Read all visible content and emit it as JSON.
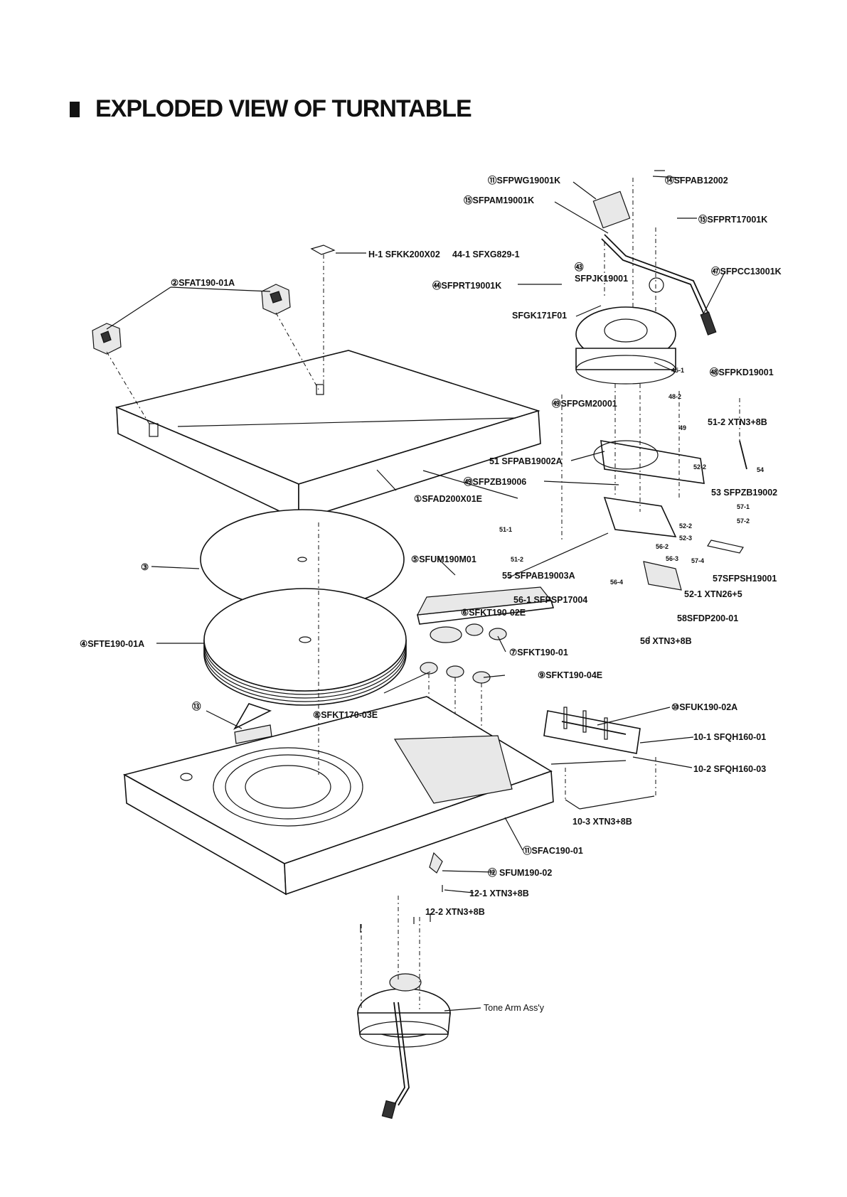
{
  "title": "EXPLODED VIEW OF TURNTABLE",
  "parts": [
    {
      "n": "⑪",
      "code": "SFPWG19001K"
    },
    {
      "n": "⑭",
      "code": "SFPAB12002"
    },
    {
      "n": "⑮",
      "code": "SFPAM19001K"
    },
    {
      "n": "⑮",
      "code": "SFPRT17001K"
    },
    {
      "n": "H-1",
      "code": "SFKK200X02"
    },
    {
      "n": "44-1",
      "code": "SFXG829-1"
    },
    {
      "n": "②",
      "code": "SFAT190-01A"
    },
    {
      "n": "㊼",
      "code": "SFPCC13001K"
    },
    {
      "n": "㊹",
      "code": "SFPRT19001K"
    },
    {
      "n": "㊸",
      "code": "SFPJK19001"
    },
    {
      "n": "",
      "code": "SFGK171F01"
    },
    {
      "n": "㊽",
      "code": "SFPKD19001"
    },
    {
      "n": "㊾",
      "code": "SFPGM20001"
    },
    {
      "n": "51-2",
      "code": "XTN3+8B"
    },
    {
      "n": "51",
      "code": "SFPAB19002A"
    },
    {
      "n": "㊾",
      "code": "SFPZB19006"
    },
    {
      "n": "53",
      "code": "SFPZB19002"
    },
    {
      "n": "①",
      "code": "SFAD200X01E"
    },
    {
      "n": "⑤",
      "code": "SFUM190M01"
    },
    {
      "n": "③",
      "code": ""
    },
    {
      "n": "55",
      "code": "SFPAB19003A"
    },
    {
      "n": "57",
      "code": "SFPSH19001"
    },
    {
      "n": "56-1",
      "code": "SFPSP17004"
    },
    {
      "n": "52-1",
      "code": "XTN26+5"
    },
    {
      "n": "⑥",
      "code": "SFKT190-02E"
    },
    {
      "n": "58",
      "code": "SFDP200-01"
    },
    {
      "n": "④",
      "code": "SFTE190-01A"
    },
    {
      "n": "⑦",
      "code": "SFKT190-01"
    },
    {
      "n": "56",
      "code": "XTN3+8B"
    },
    {
      "n": "⑨",
      "code": "SFKT190-04E"
    },
    {
      "n": "⑧",
      "code": "SFKT170-03E"
    },
    {
      "n": "⑬",
      "code": ""
    },
    {
      "n": "⑩",
      "code": "SFUK190-02A"
    },
    {
      "n": "10-1",
      "code": "SFQH160-01"
    },
    {
      "n": "10-2",
      "code": "SFQH160-03"
    },
    {
      "n": "10-3",
      "code": "XTN3+8B"
    },
    {
      "n": "⑪",
      "code": "SFAC190-01"
    },
    {
      "n": "⑫",
      "code": "SFUM190-02"
    },
    {
      "n": "12-1",
      "code": "XTN3+8B"
    },
    {
      "n": "12-2",
      "code": "XTN3+8B"
    },
    {
      "n": "",
      "code": "Tone Arm Ass'y"
    }
  ],
  "callouts_misc": [
    "51-1",
    "51-2",
    "52-2",
    "52-3",
    "56-2",
    "56-3",
    "56-4",
    "57-1",
    "57-2",
    "57-4",
    "45-1",
    "48-2",
    "49",
    "54",
    "52-2"
  ]
}
